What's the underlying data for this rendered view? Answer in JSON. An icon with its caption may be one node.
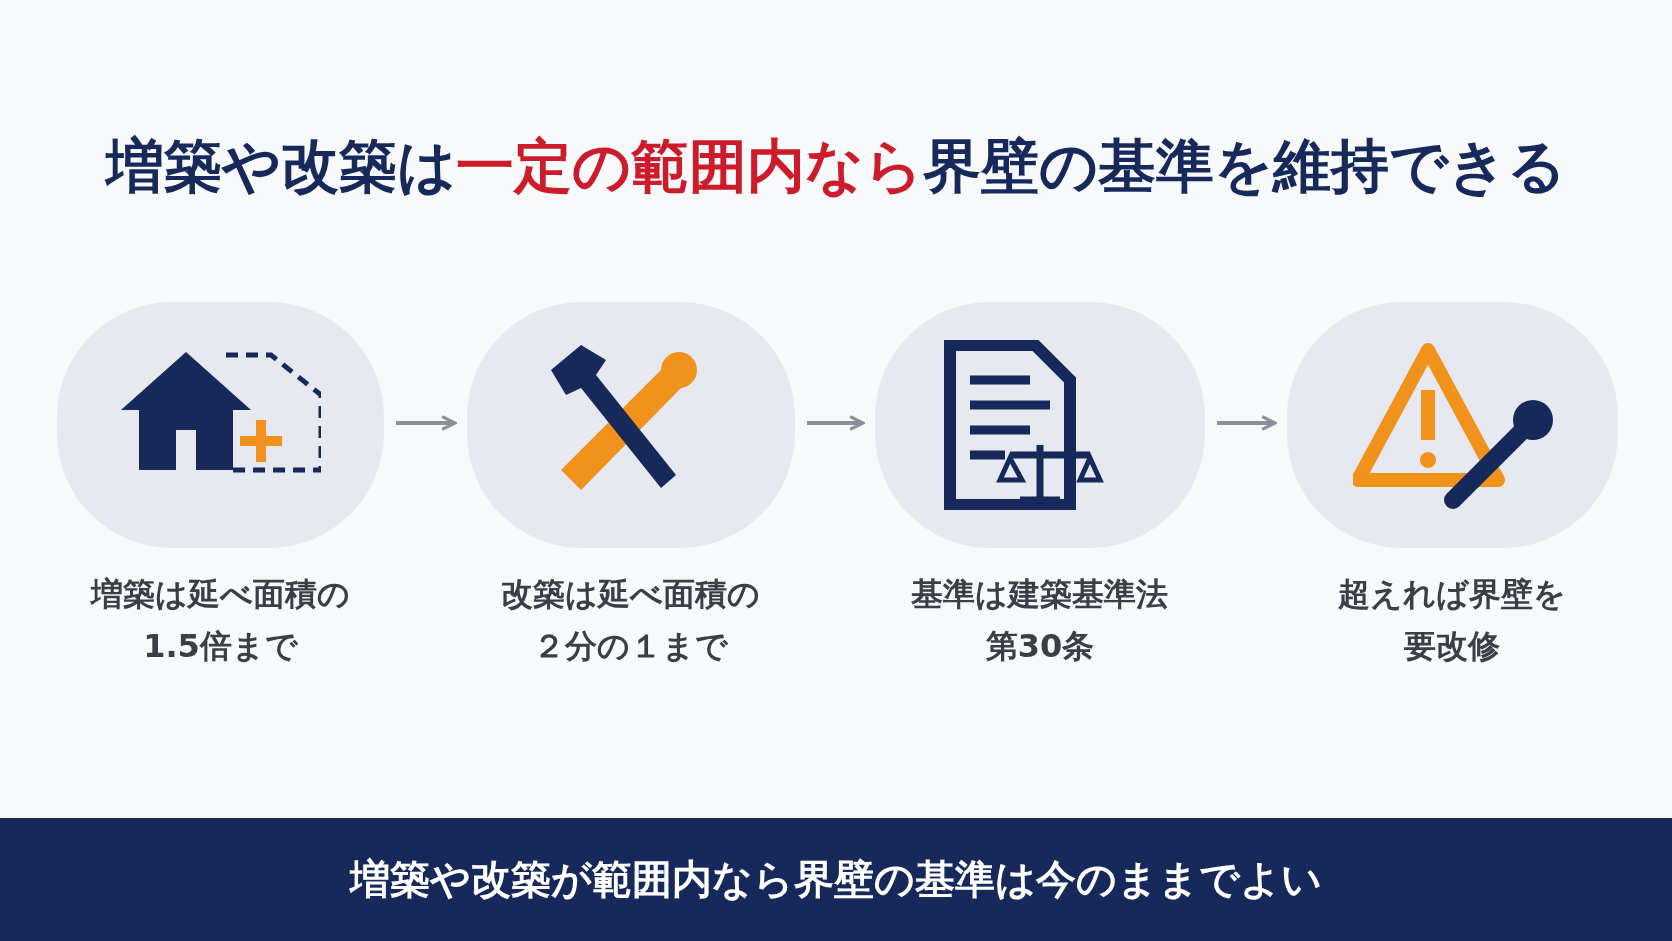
{
  "diagram": {
    "title": "増築や改築は**一定の範囲内なら**界壁の基準を維持できる",
    "nodes": [
      {
        "text": [],
        "shape": "picture",
        "beside": [
          "増築は延べ面積の1.5倍まで"
        ]
      },
      {
        "text": [],
        "shape": "picture",
        "beside": [
          "改築は延べ面積の２分の１まで"
        ]
      },
      {
        "text": [],
        "shape": "picture",
        "beside": [
          "基準は建築基準法第30条"
        ]
      },
      {
        "text": [],
        "shape": "picture",
        "beside": [
          "超えれば界壁を要改修"
        ]
      },
      {
        "text": [
          "増築や改築が範囲内なら界壁の基準は今のままでよい"
        ]
      }
    ],
    "edges": [
      {
        "from": 0,
        "to": 1,
        "arrow": "to"
      },
      {
        "from": 1,
        "to": 2,
        "arrow": "to"
      },
      {
        "from": 2,
        "to": 3,
        "arrow": "to"
      }
    ]
  }
}
